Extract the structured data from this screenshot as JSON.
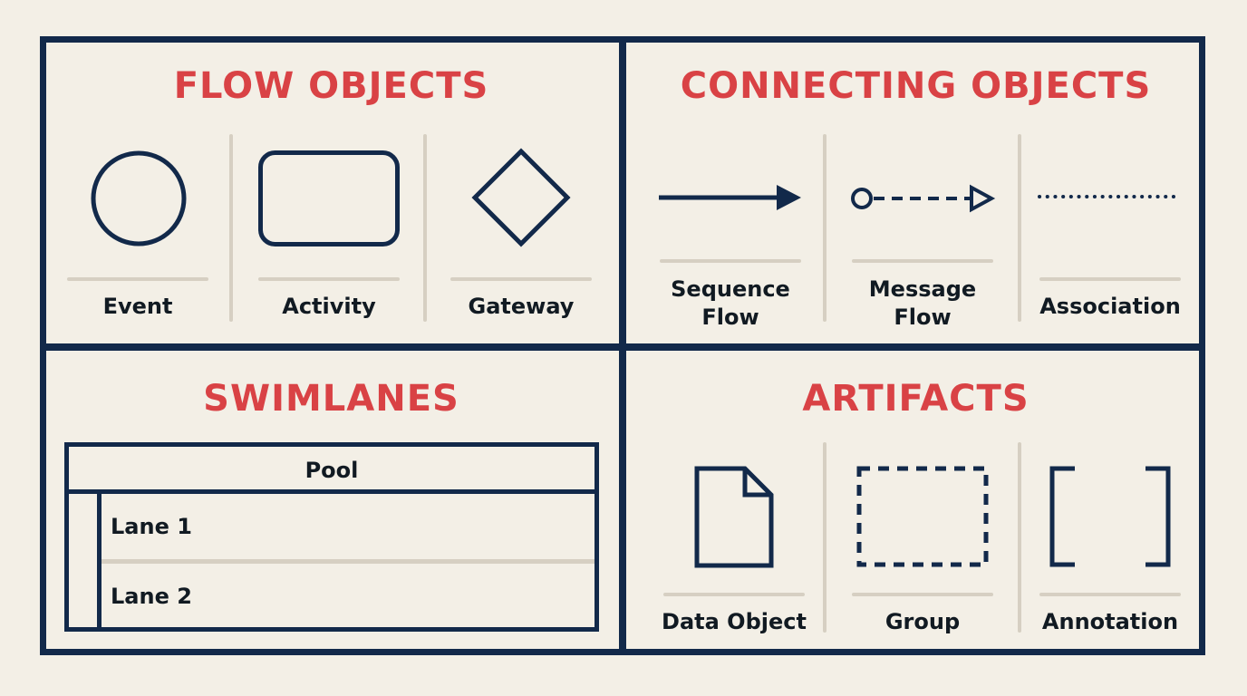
{
  "colors": {
    "background": "#f3efe6",
    "frame": "#12294a",
    "title": "#d94245",
    "text": "#111a22",
    "separator": "#d6cfc2"
  },
  "flow_objects": {
    "title": "FLOW OBJECTS",
    "items": [
      {
        "label": "Event",
        "icon": "circle-icon"
      },
      {
        "label": "Activity",
        "icon": "rounded-rectangle-icon"
      },
      {
        "label": "Gateway",
        "icon": "diamond-icon"
      }
    ]
  },
  "connecting_objects": {
    "title": "CONNECTING OBJECTS",
    "items": [
      {
        "label_line1": "Sequence",
        "label_line2": "Flow",
        "icon": "solid-arrow-icon"
      },
      {
        "label_line1": "Message",
        "label_line2": "Flow",
        "icon": "dashed-arrow-icon"
      },
      {
        "label": "Association",
        "icon": "dotted-line-icon"
      }
    ]
  },
  "swimlanes": {
    "title": "SWIMLANES",
    "pool_label": "Pool",
    "lanes": [
      "Lane 1",
      "Lane 2"
    ]
  },
  "artifacts": {
    "title": "ARTIFACTS",
    "items": [
      {
        "label": "Data Object",
        "icon": "document-icon"
      },
      {
        "label": "Group",
        "icon": "dashed-rectangle-icon"
      },
      {
        "label": "Annotation",
        "icon": "brackets-icon"
      }
    ]
  }
}
